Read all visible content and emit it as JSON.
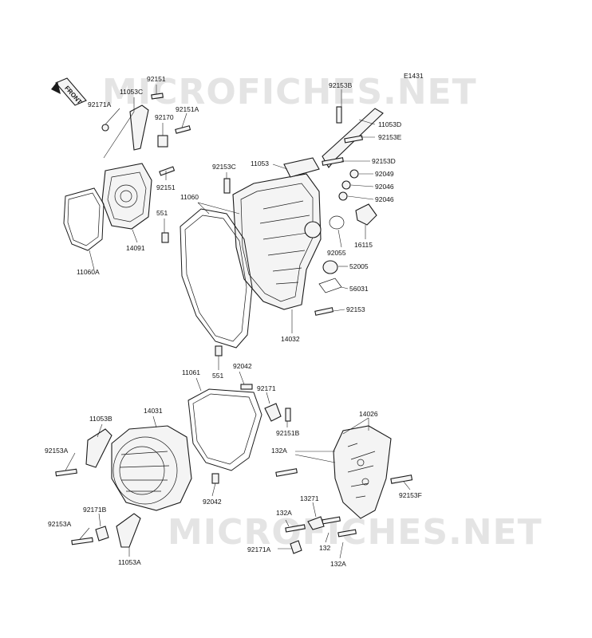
{
  "diagram": {
    "ref_code": "E1431",
    "front_label": "FRONT",
    "watermark": "MICROFICHES.NET",
    "colors": {
      "ink": "#1a1a1a",
      "watermark": "#e4e4e4",
      "background": "#ffffff"
    },
    "callouts": [
      "92151",
      "11053C",
      "92171A",
      "92170",
      "92151A",
      "92151",
      "14091",
      "11060A",
      "551",
      "11060",
      "92153C",
      "11053",
      "92153B",
      "11053D",
      "92153E",
      "92153D",
      "92049",
      "92046",
      "92046",
      "16115",
      "92055",
      "52005",
      "56031",
      "92153",
      "14032",
      "551",
      "11061",
      "92042",
      "92171",
      "92151B",
      "14031",
      "11053B",
      "92153A",
      "92042",
      "92171B",
      "92153A",
      "11053A",
      "14026",
      "132A",
      "13271",
      "132A",
      "132",
      "92171A",
      "132A",
      "92153F"
    ]
  }
}
